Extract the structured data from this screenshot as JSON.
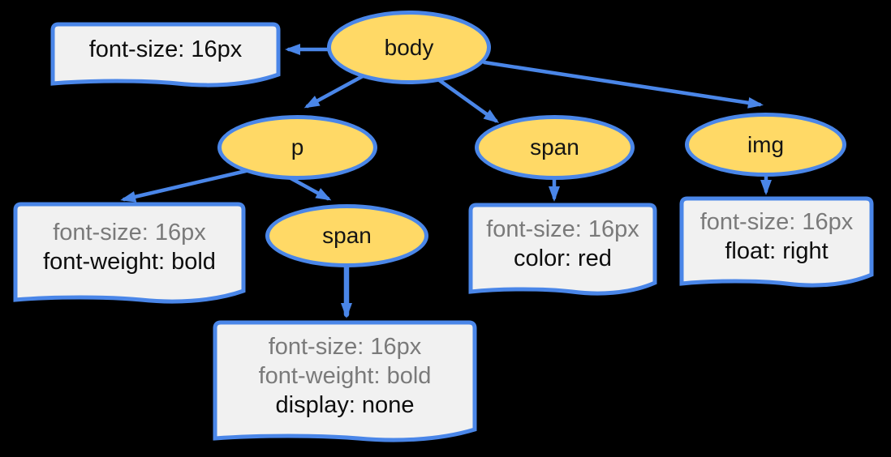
{
  "colors": {
    "background": "#000000",
    "node_fill": "#ffd966",
    "stroke": "#4a86e8",
    "box_fill": "#f1f1f1",
    "box_border": "#4a86e8",
    "text_black": "#0d0d0d",
    "text_gray": "#7a7a7a"
  },
  "nodes": {
    "body": {
      "label": "body"
    },
    "p": {
      "label": "p"
    },
    "span_body": {
      "label": "span"
    },
    "img": {
      "label": "img"
    },
    "span_p": {
      "label": "span"
    }
  },
  "style_boxes": {
    "body": {
      "lines": [
        {
          "text": "font-size: 16px",
          "inherited": false
        }
      ]
    },
    "p": {
      "lines": [
        {
          "text": "font-size: 16px",
          "inherited": true
        },
        {
          "text": "font-weight: bold",
          "inherited": false
        }
      ]
    },
    "span_body": {
      "lines": [
        {
          "text": "font-size: 16px",
          "inherited": true
        },
        {
          "text": "color: red",
          "inherited": false
        }
      ]
    },
    "img": {
      "lines": [
        {
          "text": "font-size: 16px",
          "inherited": true
        },
        {
          "text": "float: right",
          "inherited": false
        }
      ]
    },
    "span_p": {
      "lines": [
        {
          "text": "font-size: 16px",
          "inherited": true
        },
        {
          "text": "font-weight: bold",
          "inherited": true
        },
        {
          "text": "display: none",
          "inherited": false
        }
      ]
    }
  },
  "edges": [
    {
      "from": "body",
      "to": "stylebox-body"
    },
    {
      "from": "body",
      "to": "p"
    },
    {
      "from": "body",
      "to": "span_body"
    },
    {
      "from": "body",
      "to": "img"
    },
    {
      "from": "p",
      "to": "stylebox-p"
    },
    {
      "from": "p",
      "to": "span_p"
    },
    {
      "from": "span_body",
      "to": "stylebox-span-body"
    },
    {
      "from": "img",
      "to": "stylebox-img"
    },
    {
      "from": "span_p",
      "to": "stylebox-span-p"
    }
  ]
}
